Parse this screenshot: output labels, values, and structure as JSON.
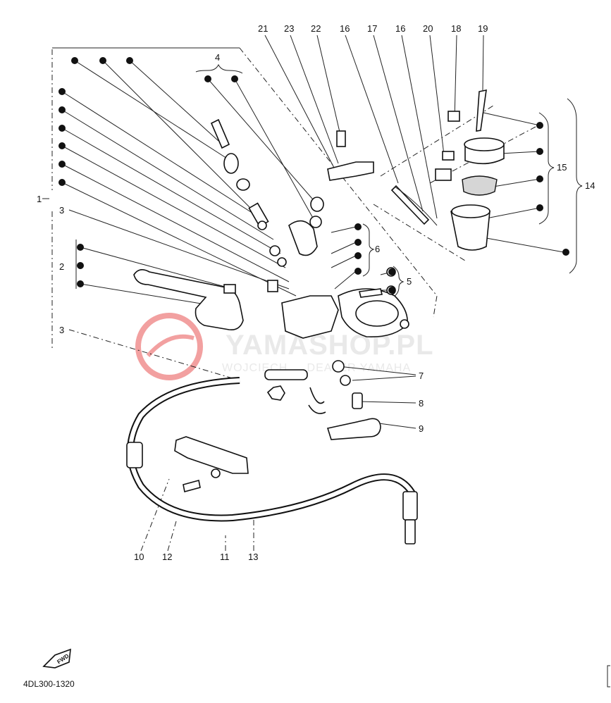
{
  "watermark": {
    "brand": "YAMASHOP.PL",
    "subtitle": "WOJCIECH ... DEALER YAMAHA"
  },
  "callouts": {
    "top": [
      "21",
      "23",
      "22",
      "16",
      "17",
      "16",
      "20",
      "18",
      "19"
    ],
    "left": [
      "1",
      "2",
      "3",
      "3"
    ],
    "group4": "4",
    "right": [
      "5",
      "6",
      "7",
      "8",
      "9",
      "14",
      "15"
    ],
    "bottom": [
      "10",
      "12",
      "11",
      "13"
    ]
  },
  "diagram_code": "4DL300-1320",
  "fwd_label": "FWD",
  "colors": {
    "ink": "#111111",
    "watermark_red": "#f2a0a0",
    "watermark_grey": "#e9e9e9"
  }
}
